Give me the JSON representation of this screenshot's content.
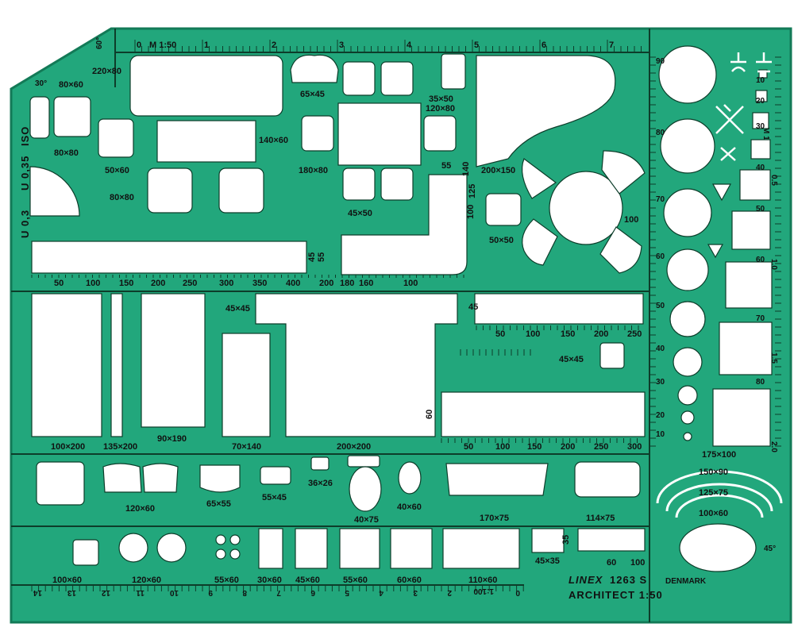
{
  "template": {
    "brand": "LINEX",
    "model": "1263 S",
    "country": "DENMARK",
    "title": "ARCHITECT 1:50",
    "colors": {
      "plate": "#22a77c",
      "plate_edge": "#137a57",
      "line": "#0d3d2a",
      "cutout": "#ffffff"
    }
  },
  "top_ruler": {
    "title": "M 1:50",
    "ticks": [
      "0",
      "1",
      "2",
      "3",
      "4",
      "5",
      "6",
      "7"
    ]
  },
  "right_ruler": {
    "title": "M 1:20",
    "ticks": [
      "0.5",
      "1.0",
      "1.5",
      "2.0"
    ]
  },
  "bottom_ruler": {
    "title": "1:100",
    "ticks": [
      "0",
      "1",
      "2",
      "3",
      "4",
      "5",
      "6",
      "7",
      "8",
      "9",
      "10",
      "11",
      "12",
      "13",
      "14"
    ]
  },
  "pen_labels": [
    "U 0,3",
    "U 0,35",
    "ISO"
  ],
  "angles": {
    "a60": "60°",
    "a30": "30°",
    "a45": "45°"
  },
  "labels": {
    "l220x80": "220×80",
    "l80x60": "80×60",
    "l80x80a": "80×80",
    "l50x60": "50×60",
    "l80x80b": "80×80",
    "l140x60": "140×60",
    "l65x45": "65×45",
    "l35x50": "35×50",
    "l120x80": "120×80",
    "l180x80": "180×80",
    "l45x50": "45×50",
    "l55a": "55",
    "l140": "140",
    "l125": "125",
    "l100a": "100",
    "l200x150": "200×150",
    "l50x50": "50×50",
    "l55x60": "55×60",
    "l100b": "100",
    "l45a": "45",
    "l55b": "55",
    "l45x45a": "45×45",
    "l45b": "45",
    "l45x45b": "45×45",
    "l60": "60",
    "l100x200": "100×200",
    "l135x200": "135×200",
    "l90x190": "90×190",
    "l70x140": "70×140",
    "l200x200": "200×200",
    "l120x60a": "120×60",
    "l65x55": "65×55",
    "l55x45": "55×45",
    "l36x26": "36×26",
    "l40x75": "40×75",
    "l40x60": "40×60",
    "l170x75": "170×75",
    "l114x75": "114×75",
    "l100x60": "100×60",
    "l120x60b": "120×60",
    "l30x60": "30×60",
    "l45x60": "45×60",
    "l55x60b": "55×60",
    "l60x60": "60×60",
    "l110x60": "110×60",
    "l45x35": "45×35",
    "l35": "35",
    "l60b": "60",
    "l100c": "100",
    "l175x100": "175×100",
    "l150x90": "150×90",
    "l125x75": "125×75",
    "l100x60b": "100×60"
  },
  "scale_rows": {
    "row1": [
      "50",
      "100",
      "150",
      "200",
      "250",
      "300",
      "350",
      "400",
      "200",
      "180",
      "160",
      "100"
    ],
    "row2": [
      "50",
      "100",
      "150",
      "200",
      "250"
    ],
    "row3": [
      "50",
      "100",
      "150",
      "200",
      "250",
      "300"
    ]
  },
  "circle_labels": [
    "90",
    "80",
    "70",
    "60",
    "50",
    "40",
    "30",
    "20",
    "10"
  ],
  "square_labels": [
    "10",
    "20",
    "30",
    "40",
    "50",
    "60",
    "70",
    "80"
  ]
}
